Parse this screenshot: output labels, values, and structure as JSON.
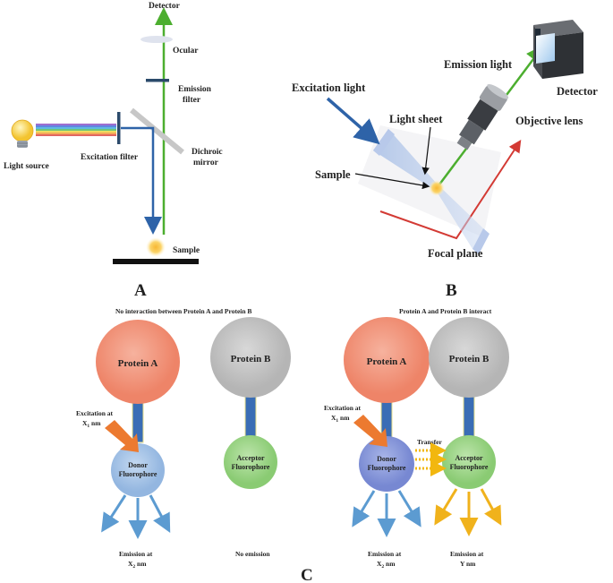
{
  "panel_a": {
    "letter": "A",
    "detector": "Detector",
    "ocular": "Ocular",
    "emission_filter": [
      "Emission",
      "filter"
    ],
    "dichroic_mirror": [
      "Dichroic",
      "mirror"
    ],
    "excitation_filter": "Excitation filter",
    "light_source": "Light source",
    "sample": "Sample"
  },
  "panel_b": {
    "letter": "B",
    "emission_light": "Emission light",
    "detector": "Detector",
    "excitation_light": "Excitation light",
    "light_sheet": "Light sheet",
    "objective_lens": "Objective lens",
    "sample": "Sample",
    "focal_plane": "Focal plane"
  },
  "panel_c": {
    "letter": "C",
    "left": {
      "heading": "No interaction between Protein A and Protein B",
      "protein_a": "Protein A",
      "protein_b": "Protein B",
      "excitation": [
        "Excitation at",
        "X",
        "1",
        " nm"
      ],
      "donor": [
        "Donor",
        "Fluorophore"
      ],
      "acceptor": [
        "Acceptor",
        "Fluorophore"
      ],
      "emission": [
        "Emission at",
        "X",
        "2",
        " nm"
      ],
      "no_emission": "No emission"
    },
    "right": {
      "heading": "Protein A and Protein B interact",
      "protein_a": "Protein A",
      "protein_b": "Protein B",
      "excitation": [
        "Excitation at",
        "X",
        "1",
        " nm"
      ],
      "transfer": "Transfer",
      "donor": [
        "Donor",
        "Fluorophore"
      ],
      "acceptor": [
        "Acceptor",
        "Fluorophore"
      ],
      "emission_donor": [
        "Emission at",
        "X",
        "2",
        " nm"
      ],
      "emission_acceptor": [
        "Emission at",
        "Y nm"
      ]
    }
  },
  "colors": {
    "emission_green": "#4cae2f",
    "excitation_blue": "#2e63a8",
    "protein_a": "#f1967b",
    "protein_b": "#c6c6c6",
    "donor_left": "#a7c5e8",
    "donor_right": "#8b9ddc",
    "acceptor": "#9fd48a",
    "linker": "#3a6db5",
    "transfer": "#f2b70f",
    "excitation_arrow": "#ec7a30",
    "focal_plane": "#d33a34"
  }
}
